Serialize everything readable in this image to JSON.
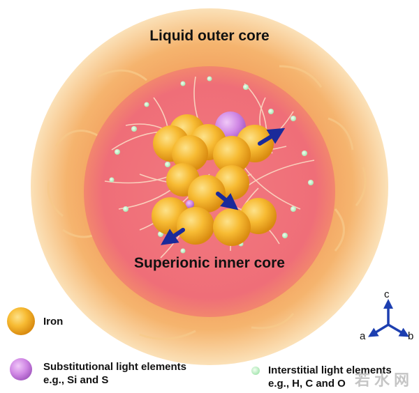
{
  "labels": {
    "outer_core": "Liquid outer core",
    "inner_core": "Superionic inner core"
  },
  "legend": {
    "iron": "Iron",
    "substitutional_line1": "Substitutional light elements",
    "substitutional_line2": "e.g., Si and S",
    "interstitial_line1": "Interstitial light elements",
    "interstitial_line2": "e.g., H, C and O"
  },
  "axes": {
    "a": "a",
    "b": "b",
    "c": "c"
  },
  "watermark": "若水网",
  "colors": {
    "outer_core": "#f4b06a",
    "outer_rim": "#f8d29a",
    "inner_core": "#ef6d78",
    "iron": "#f5b52b",
    "substitutional": "#c97de0",
    "interstitial": "#bff0c6",
    "arrow": "#1a2a9a"
  }
}
